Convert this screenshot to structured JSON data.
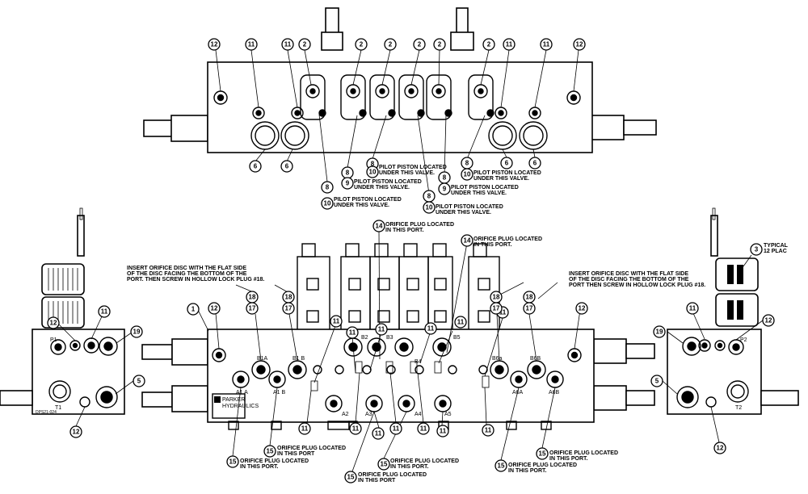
{
  "notes": {
    "pilot_line1": "PILOT PISTON LOCATED",
    "pilot_line2": "UNDER THIS VALVE.",
    "orifice_line1": "ORIFICE PLUG LOCATED",
    "orifice_line2": "IN THIS PORT.",
    "orifice_line2_alt": "IN THIS PORT",
    "insert_left_1": "INSERT ORIFICE DISC WITH THE FLAT SIDE",
    "insert_left_2": "OF THE DISC FACING THE BOTTOM OF THE",
    "insert_left_3": "PORT. THEN SCREW IN HOLLOW LOCK PLUG #18.",
    "insert_right_1": "INSERT ORIFICE DISC WITH THE FLAT SIDE",
    "insert_right_2": "OF THE DISC FACING THE BOTTOM OF THE",
    "insert_right_3": "PORT THEN SCREW IN HOLLOW LOCK PLUG #18.",
    "typical_1": "TYPICAL",
    "typical_2": "12 PLAC"
  },
  "ports": {
    "B1A": "B1A",
    "B1B": "B1 B",
    "A1A": "A1 A",
    "A1B": "A1 B",
    "B2": "B2",
    "B3": "B3",
    "B4": "B4",
    "B5": "B5",
    "A2": "A2",
    "A3": "A3",
    "A4": "A4",
    "A5": "A5",
    "B6A": "B6a",
    "B6B": "B6B",
    "A6A": "A6A",
    "A6B": "A6B",
    "P1": "P1",
    "T1": "T1",
    "P2": "P2",
    "T2": "T2"
  },
  "plate": {
    "line1": "PARKER",
    "line2": "HYDRAULICS"
  },
  "drawing_ref": "DPS21-024",
  "balloons": {
    "n1": "1",
    "n2": "2",
    "n3": "3",
    "n5": "5",
    "n6": "6",
    "n8": "8",
    "n9": "9",
    "n10": "10",
    "n11": "11",
    "n12": "12",
    "n14": "14",
    "n15": "15",
    "n17": "17",
    "n18": "18",
    "n19": "19"
  }
}
